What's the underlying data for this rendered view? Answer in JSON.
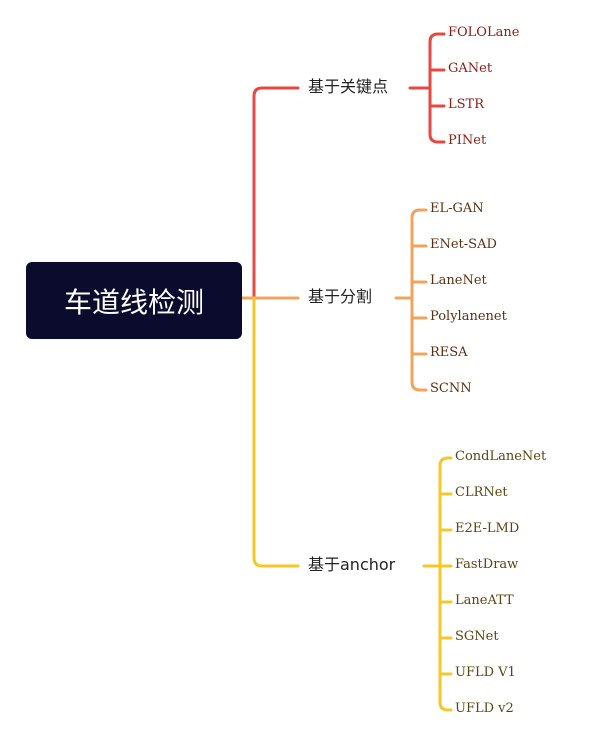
{
  "root": {
    "label": "车道线检测"
  },
  "colors": {
    "root_bg": "#0b0b2e",
    "branch1": "#e8483f",
    "branch2": "#f3a45c",
    "branch3": "#f5c82a"
  },
  "branches": [
    {
      "label": "基于关键点",
      "color": "#e8483f",
      "leaf_color": "#8a1c14",
      "children": [
        "FOLOLane",
        "GANet",
        "LSTR",
        "PINet"
      ]
    },
    {
      "label": "基于分割",
      "color": "#f3a45c",
      "leaf_color": "#5a3012",
      "children": [
        "EL-GAN",
        "ENet-SAD",
        "LaneNet",
        "Polylanenet",
        "RESA",
        "SCNN"
      ]
    },
    {
      "label": "基于anchor",
      "color": "#f5c82a",
      "leaf_color": "#5a4612",
      "children": [
        "CondLaneNet",
        "CLRNet",
        "E2E-LMD",
        "FastDraw",
        "LaneATT",
        "SGNet",
        "UFLD V1",
        "UFLD v2"
      ]
    }
  ]
}
